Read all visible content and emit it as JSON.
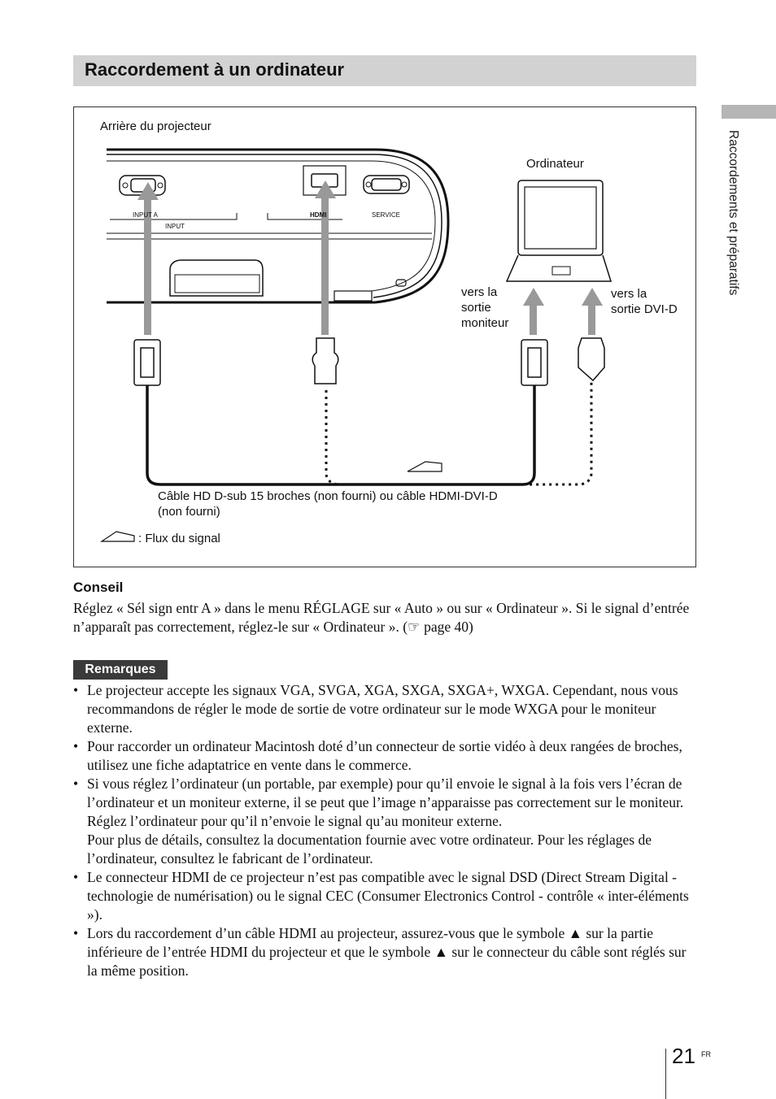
{
  "section": {
    "title": "Raccordement à un ordinateur"
  },
  "side_tab": {
    "text": "Raccordements et préparatifs"
  },
  "figure": {
    "rear_label": "Arrière du projecteur",
    "computer_label": "Ordinateur",
    "input_a": "INPUT A",
    "input": "INPUT",
    "hdmi": "HDMI",
    "service": "SERVICE",
    "monitor_out_label": [
      "vers la",
      "sortie",
      "moniteur"
    ],
    "dvi_out_label": [
      "vers la",
      "sortie DVI-D"
    ],
    "cable_label": [
      "Câble HD D-sub 15 broches (non fourni) ou câble HDMI-DVI-D",
      "(non fourni)"
    ],
    "legend_label": ": Flux du signal"
  },
  "conseil": {
    "title": "Conseil",
    "text": "Réglez « Sél sign entr A » dans le menu RÉGLAGE sur « Auto » ou sur « Ordinateur ». Si le signal d’entrée n’apparaît pas correctement, réglez-le sur « Ordinateur ». (☞ page 40)"
  },
  "remarques": {
    "title": "Remarques",
    "items": [
      "Le projecteur accepte les signaux VGA, SVGA, XGA, SXGA, SXGA+, WXGA. Cependant, nous vous recommandons de régler le mode de sortie de votre ordinateur sur le mode WXGA pour le moniteur externe.",
      "Pour raccorder un ordinateur Macintosh doté d’un connecteur de sortie vidéo à deux rangées de broches, utilisez une fiche adaptatrice en vente dans le commerce.",
      "Si vous réglez l’ordinateur (un portable, par exemple) pour qu’il envoie le signal à la fois vers l’écran de l’ordinateur et un moniteur externe, il se peut que l’image n’apparaisse pas correctement sur le moniteur. Réglez l’ordinateur pour qu’il n’envoie le signal qu’au moniteur externe.",
      "Le connecteur HDMI de ce projecteur n’est pas compatible avec le signal DSD (Direct Stream Digital - technologie de numérisation) ou le signal CEC (Consumer Electronics Control - contrôle « inter-éléments »).",
      "Lors du raccordement d’un câble HDMI au projecteur, assurez-vous que le symbole ▲ sur la partie inférieure de l’entrée HDMI du projecteur et que le symbole ▲ sur le connecteur du câble sont réglés sur la même position."
    ],
    "item3_extra": "Pour plus de détails, consultez la documentation fournie avec votre ordinateur. Pour les réglages de l’ordinateur, consultez le fabricant de l’ordinateur."
  },
  "page": {
    "number": "21",
    "lang": "FR"
  }
}
